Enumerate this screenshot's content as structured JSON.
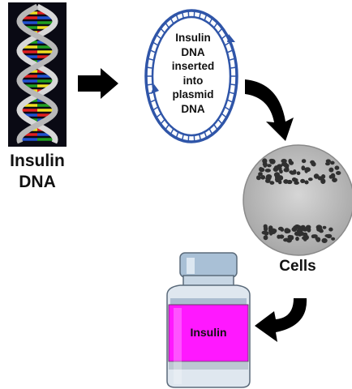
{
  "dna_label_line1": "Insulin",
  "dna_label_line2": "DNA",
  "plasmid_label_lines": [
    "Insulin",
    "DNA",
    "inserted",
    "into",
    "plasmid",
    "DNA"
  ],
  "cells_label": "Cells",
  "vial_label": "Insulin",
  "colors": {
    "dna_background": "#0a0a14",
    "dna_backbone": "#d8d8d8",
    "base_pairs": [
      "#e02020",
      "#f0e020",
      "#20a020",
      "#2050d0"
    ],
    "plasmid": "#2f55a8",
    "petri_dish": "#c6c6c6",
    "cells": "#303030",
    "vial_label": "#ff18ff",
    "arrows": "#000000"
  }
}
